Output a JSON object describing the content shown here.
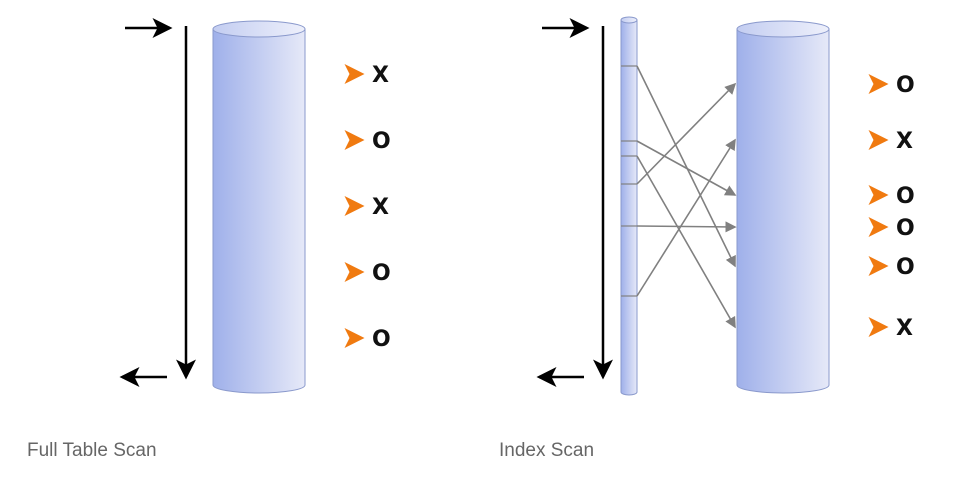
{
  "captions": {
    "full_table_scan": "Full Table Scan",
    "index_scan": "Index Scan"
  },
  "full_table_scan": {
    "results": [
      "X",
      "O",
      "X",
      "O",
      "O"
    ]
  },
  "index_scan": {
    "results": [
      "O",
      "X",
      "O",
      "O",
      "O",
      "X"
    ]
  },
  "colors": {
    "cylinder_light": "#dde2f7",
    "cylinder_dark": "#9fb0ea",
    "cylinder_edge": "#8a99cc",
    "scan_start": "#19b7f0",
    "scan_mid": "#e8e020",
    "scan_end": "#f07a10",
    "index_link": "#808080",
    "arrow": "#000000"
  }
}
